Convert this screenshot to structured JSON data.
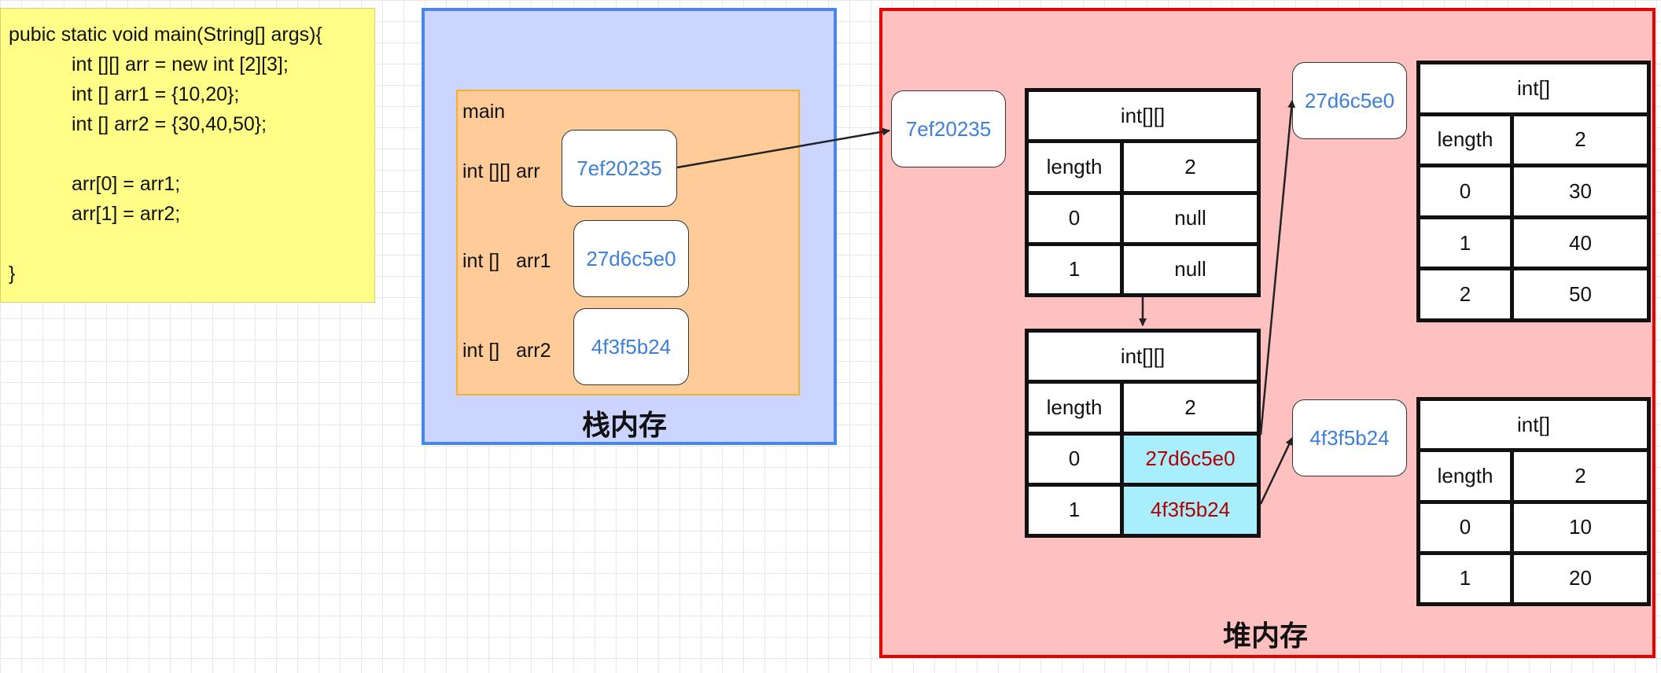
{
  "code": [
    "pubic static void main(String[] args){",
    "int [][] arr = new int [2][3];",
    "int [] arr1 = {10,20};",
    "int [] arr2 = {30,40,50};",
    "",
    "arr[0] = arr1;",
    "arr[1] = arr2;",
    "",
    "}"
  ],
  "stack": {
    "label": "栈内存",
    "frame_label": "main",
    "vars": [
      {
        "label": "int [][] arr",
        "ref": "7ef20235"
      },
      {
        "label": "int []   arr1",
        "ref": "27d6c5e0"
      },
      {
        "label": "int []   arr2",
        "ref": "4f3f5b24"
      }
    ]
  },
  "heap": {
    "label": "堆内存",
    "addr_outer": "7ef20235",
    "addr_arr1": "27d6c5e0",
    "addr_arr2": "4f3f5b24",
    "outer_initial": {
      "type": "int[][]",
      "length_label": "length",
      "length": "2",
      "rows": [
        {
          "index": "0",
          "value": "null"
        },
        {
          "index": "1",
          "value": "null"
        }
      ]
    },
    "outer_assigned": {
      "type": "int[][]",
      "length_label": "length",
      "length": "2",
      "rows": [
        {
          "index": "0",
          "value": "27d6c5e0"
        },
        {
          "index": "1",
          "value": "4f3f5b24"
        }
      ]
    },
    "arr_top": {
      "type": "int[]",
      "length_label": "length",
      "length": "2",
      "rows": [
        {
          "index": "0",
          "value": "30"
        },
        {
          "index": "1",
          "value": "40"
        },
        {
          "index": "2",
          "value": "50"
        }
      ]
    },
    "arr_bottom": {
      "type": "int[]",
      "length_label": "length",
      "length": "2",
      "rows": [
        {
          "index": "0",
          "value": "10"
        },
        {
          "index": "1",
          "value": "20"
        }
      ]
    }
  },
  "colors": {
    "code_bg": "#ffff88",
    "stack_bg": "#ccd5ff",
    "stack_border": "#4a86e8",
    "frame_bg": "#ffcc99",
    "heap_bg": "#ffc0c0",
    "heap_border": "#e60000",
    "address_text": "#3d7fd9",
    "highlight_cell": "#a8eefc",
    "highlight_text": "#b00000"
  }
}
